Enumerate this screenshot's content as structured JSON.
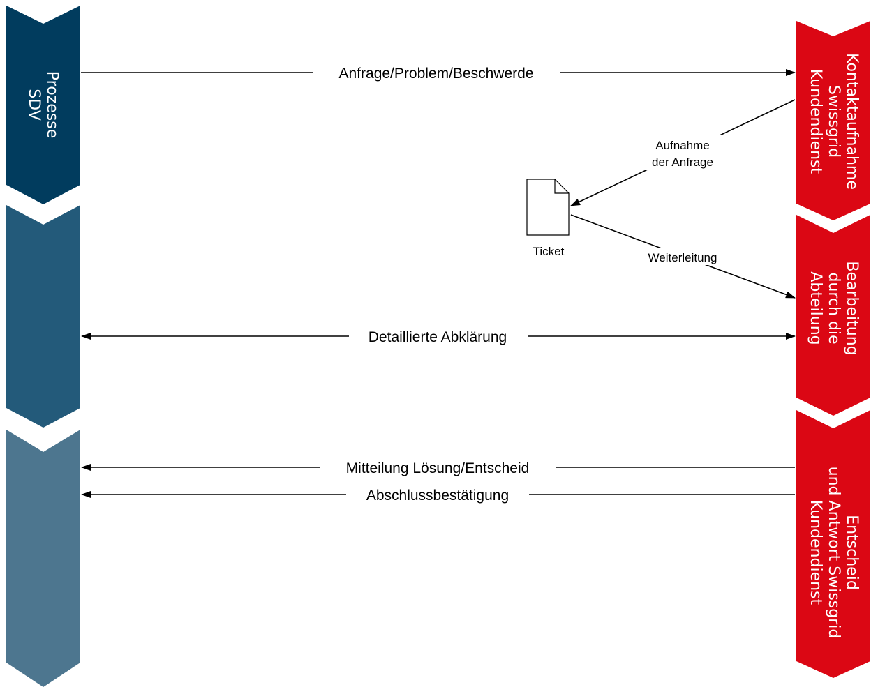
{
  "colors": {
    "left_dark": "#013C5E",
    "left_mid": "#235A7A",
    "left_light": "#4D768F",
    "right_red": "#DB0714",
    "line": "#000000"
  },
  "left_lane": {
    "phase1_lines": [
      "Prozesse",
      "SDV"
    ]
  },
  "right_lane": {
    "phase1_lines": [
      "Kontaktaufnahme",
      "Swissgrid",
      "Kundendienst"
    ],
    "phase2_lines": [
      "Bearbeitung",
      "durch die",
      "Abteilung"
    ],
    "phase3_lines": [
      "Entscheid",
      "und Antwort Swissgrid",
      "Kundendienst"
    ]
  },
  "messages": {
    "request": "Anfrage/Problem/Beschwerde",
    "intake_line1": "Aufnahme",
    "intake_line2": "der Anfrage",
    "ticket": "Ticket",
    "forwarding": "Weiterleitung",
    "clarification": "Detaillierte Abklärung",
    "solution": "Mitteilung Lösung/Entscheid",
    "confirmation": "Abschlussbestätigung"
  }
}
